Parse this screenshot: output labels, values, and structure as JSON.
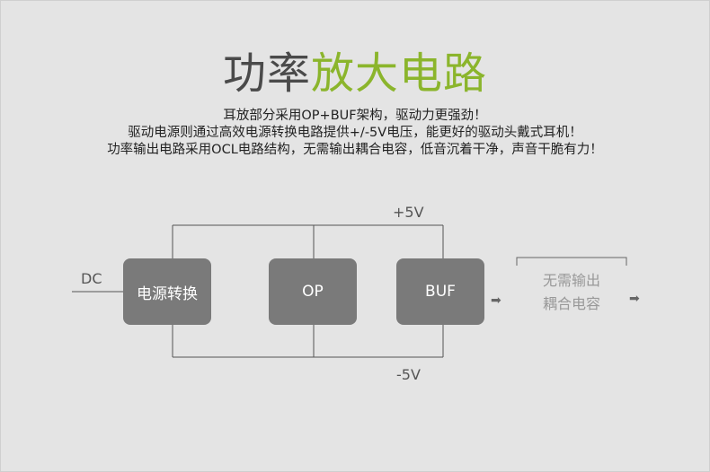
{
  "title": {
    "part1": "功率",
    "part2": "放大电路"
  },
  "description": [
    "耳放部分采用OP+BUF架构，驱动力更强劲！",
    "驱动电源则通过高效电源转换电路提供+/-5V电压，能更好的驱动头戴式耳机！",
    "功率输出电路采用OCL电路结构，无需输出耦合电容，低音沉着干净，声音干脆有力！"
  ],
  "diagram": {
    "input_label": "DC",
    "plus_rail": "+5V",
    "minus_rail": "-5V",
    "blocks": [
      "电源转换",
      "OP",
      "BUF"
    ],
    "output_block": {
      "line1": "无需输出",
      "line2": "耦合电容"
    }
  },
  "colors": {
    "accent": "#8bb52c",
    "block": "#7a7a7a"
  }
}
